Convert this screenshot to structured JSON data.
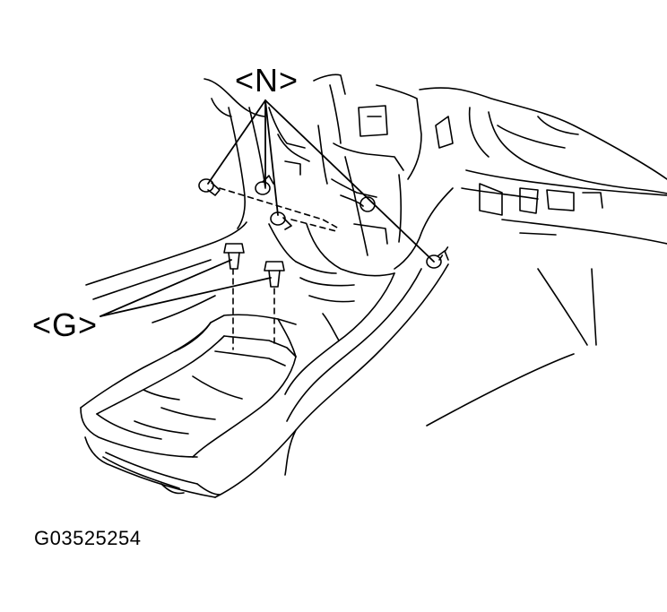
{
  "callouts": {
    "fastener_n": "<N>",
    "fastener_g": "<G>"
  },
  "figure_id": "G03525254",
  "colors": {
    "line": "#000000",
    "background": "#ffffff"
  }
}
